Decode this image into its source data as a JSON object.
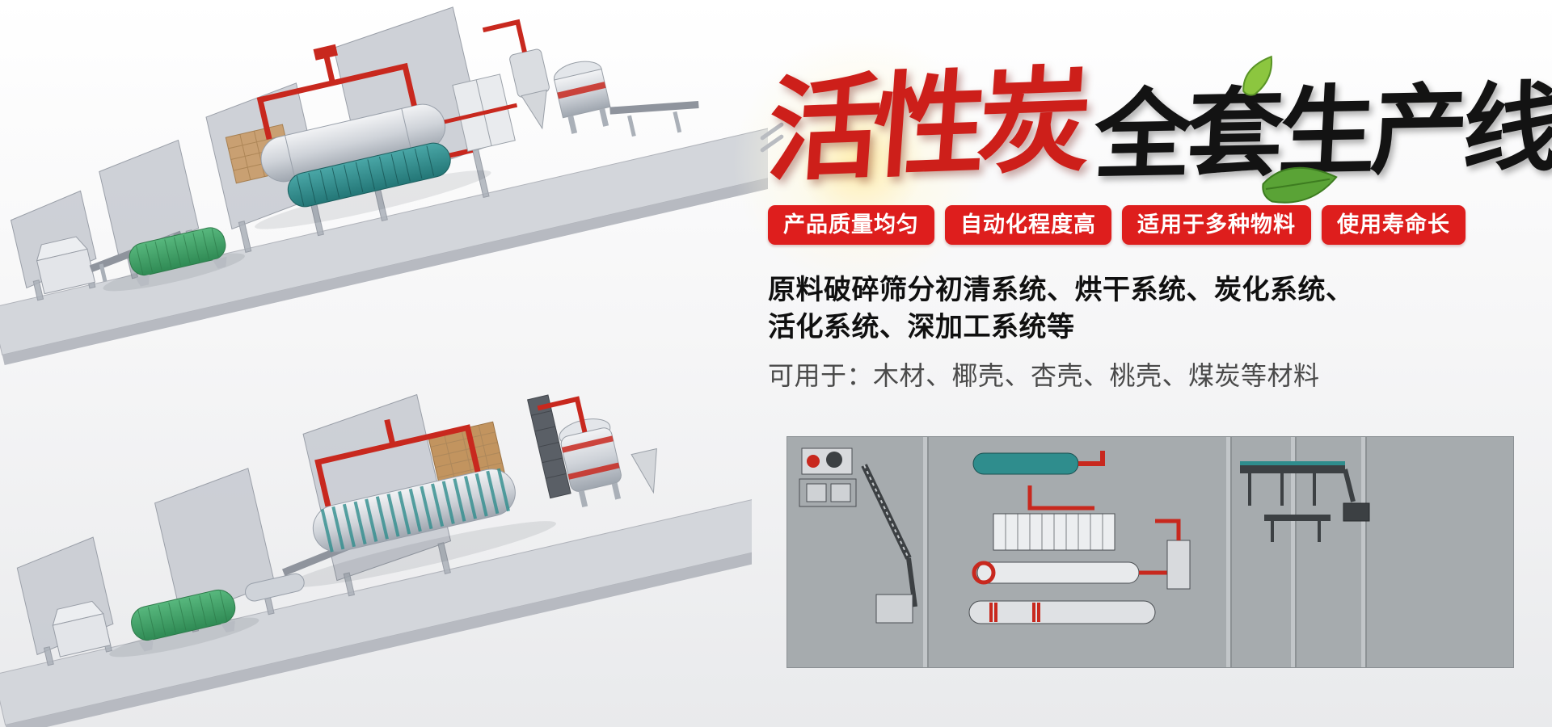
{
  "hero": {
    "title_red": "活性炭",
    "title_black": "全套生产线",
    "badges": [
      "产品质量均匀",
      "自动化程度高",
      "适用于多种物料",
      "使用寿命长"
    ],
    "desc_line1": "原料破碎筛分初清系统、烘干系统、炭化系统、",
    "desc_line2": "活化系统、深加工系统等",
    "materials": "可用于：木材、椰壳、杏壳、桃壳、煤炭等材料",
    "colors": {
      "badge_red": "#de1e1d",
      "title_red": "#cd1f1a",
      "title_black": "#131313",
      "pipe_red": "#c8281e",
      "drum_teal": "#2f8d8d",
      "drum_green": "#3f9e63",
      "materials_gray": "#4a4a4a"
    }
  }
}
